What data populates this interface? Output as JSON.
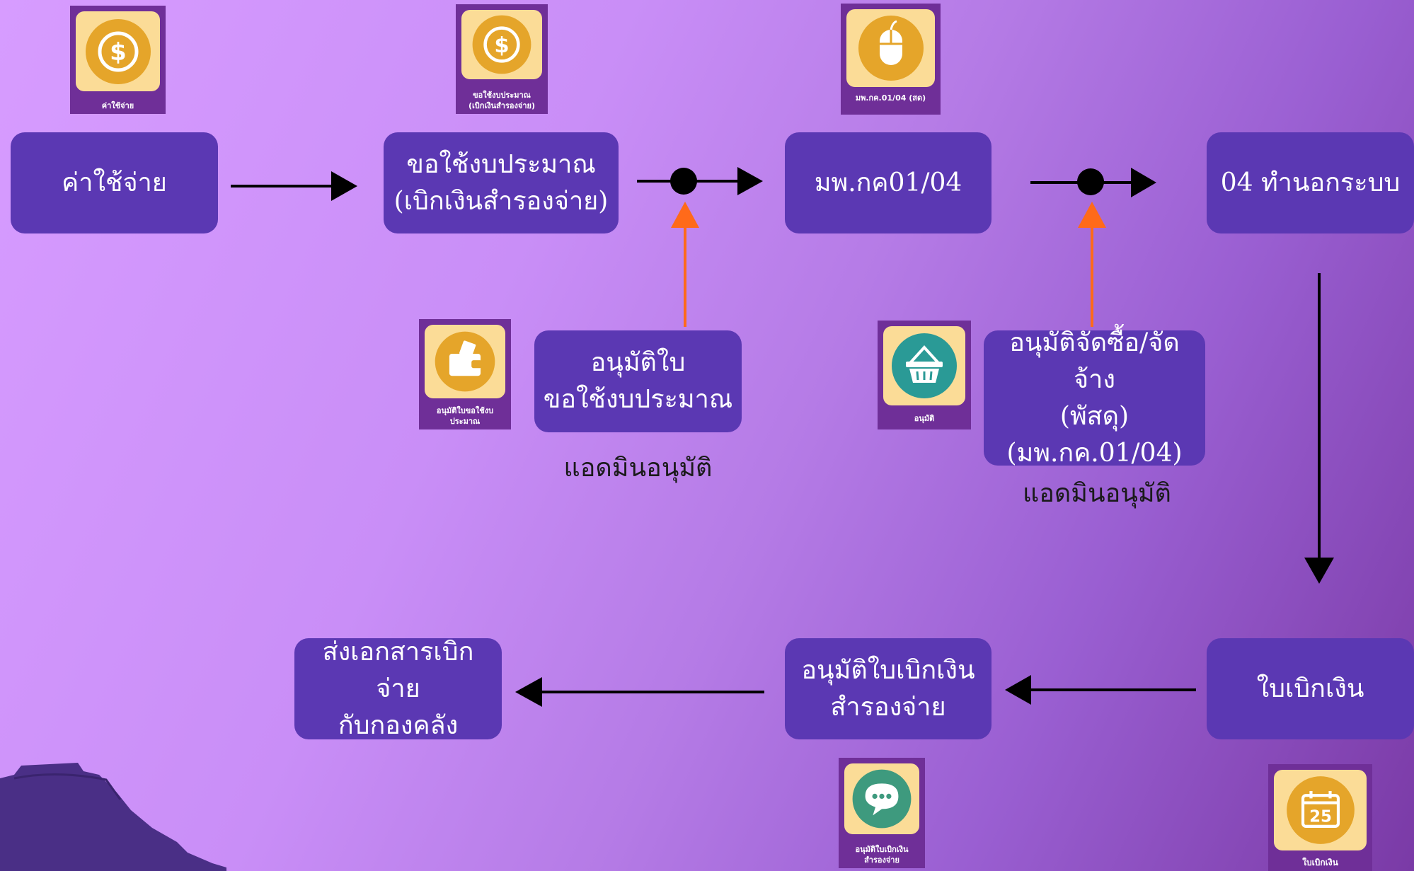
{
  "nodes": {
    "expense": "ค่าใช้จ่าย",
    "budget_request": "ขอใช้งบประมาณ\n(เบิกเงินสำรองจ่าย)",
    "mp_kk": "มพ.กค01/04",
    "out_of_system": "04 ทำนอกระบบ",
    "approve_budget": "อนุมัติใบ\nขอใช้งบประมาณ",
    "approve_procurement": "อนุมัติจัดซื้อ/จัดจ้าง\n(พัสดุ)\n(มพ.กค.01/04)",
    "withdrawal_slip": "ใบเบิกเงิน",
    "approve_withdrawal": "อนุมัติใบเบิกเงิน\nสำรองจ่าย",
    "send_docs": "ส่งเอกสารเบิกจ่าย\nกับกองคลัง"
  },
  "notes": {
    "admin_approve_1": "แอดมินอนุมัติ",
    "admin_approve_2": "แอดมินอนุมัติ"
  },
  "tiles": {
    "expense": {
      "caption": "ค่าใช้จ่าย",
      "icon": "dollar-coin-icon"
    },
    "budget_request": {
      "caption": "ขอใช้งบประมาณ\n(เบิกเงินสำรองจ่าย)",
      "icon": "dollar-coin-icon"
    },
    "mp_kk": {
      "caption": "มพ.กค.01/04 (สด)",
      "icon": "mouse-icon"
    },
    "approve_budget": {
      "caption": "อนุมัติใบขอใช้งบ\nประมาณ",
      "icon": "wallet-icon"
    },
    "approve": {
      "caption": "อนุมัติ",
      "icon": "basket-icon"
    },
    "approve_withdrawal": {
      "caption": "อนุมัติใบเบิกเงิน\nสำรองจ่าย",
      "icon": "chat-bubble-icon"
    },
    "withdrawal_slip": {
      "caption": "ใบเบิกเงิน",
      "icon": "calendar-icon",
      "calendar_day": "25"
    }
  },
  "colors": {
    "node": "#5b38b3",
    "tile": "#6f2f98",
    "tile_inner": "#fbdc97",
    "icon_orange": "#e5a52a",
    "approval_arrow": "#ff6a1a"
  }
}
